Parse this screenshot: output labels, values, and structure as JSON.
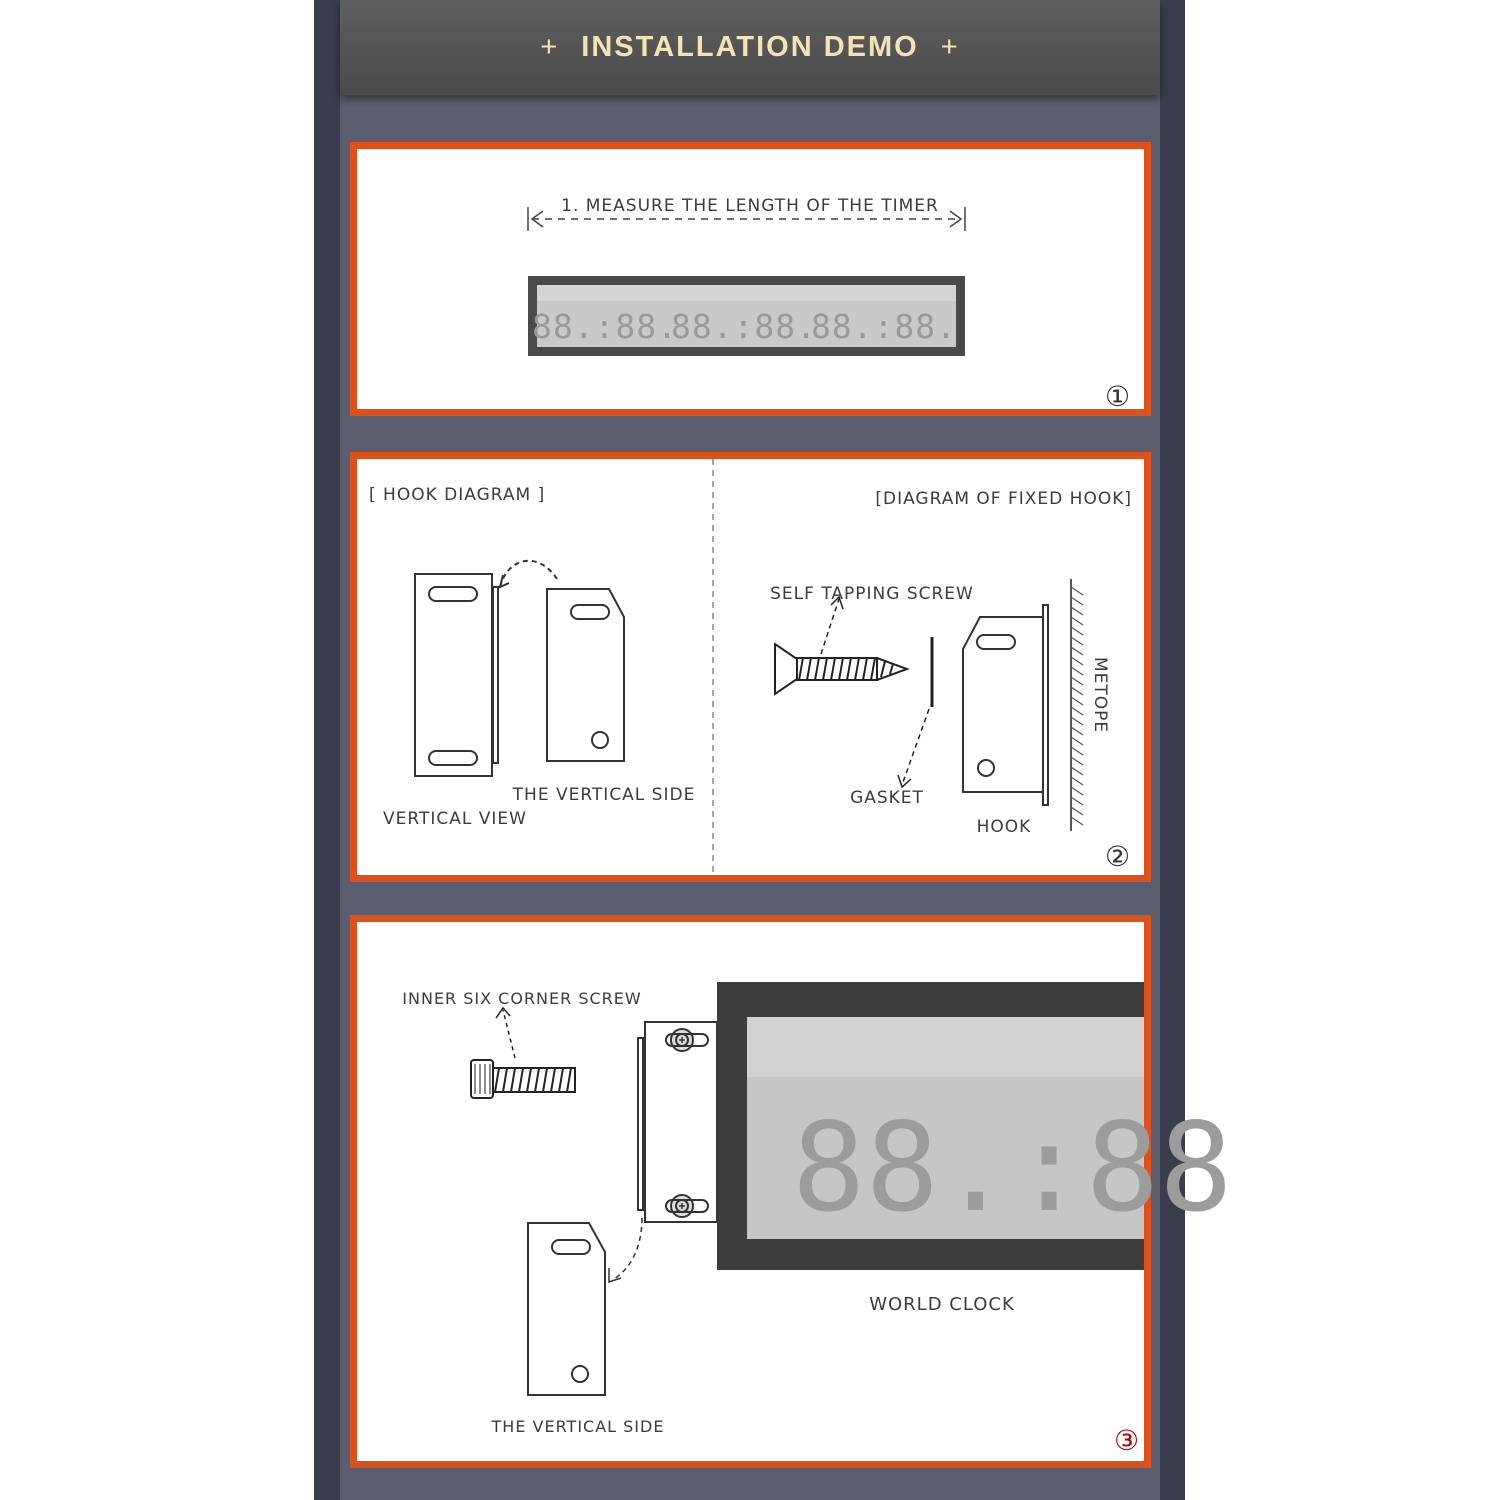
{
  "header": {
    "title": "INSTALLATION DEMO",
    "plus_left": "+",
    "plus_right": "+"
  },
  "step1": {
    "label": "1. MEASURE THE LENGTH OF THE TIMER",
    "timer_groups": [
      "88.:88.",
      "88.:88.",
      "88.:88."
    ],
    "step_number": "①"
  },
  "step2": {
    "left_title": "[ HOOK DIAGRAM ]",
    "right_title": "[DIAGRAM OF FIXED HOOK]",
    "vertical_view": "VERTICAL VIEW",
    "vertical_side": "THE VERTICAL SIDE",
    "self_tapping_screw": "SELF TAPPING SCREW",
    "gasket": "GASKET",
    "hook": "HOOK",
    "metope": "METOPE",
    "step_number": "②"
  },
  "step3": {
    "screw_label": "INNER SIX CORNER SCREW",
    "clock_display": "88.:88",
    "world_clock": "WORLD CLOCK",
    "vertical_side": "THE VERTICAL SIDE",
    "step_number": "③"
  },
  "colors": {
    "frame": "#3a3d4c",
    "background": "#5b5e6d",
    "panel_border": "#e0501a",
    "header_text": "#f4e3b3"
  }
}
